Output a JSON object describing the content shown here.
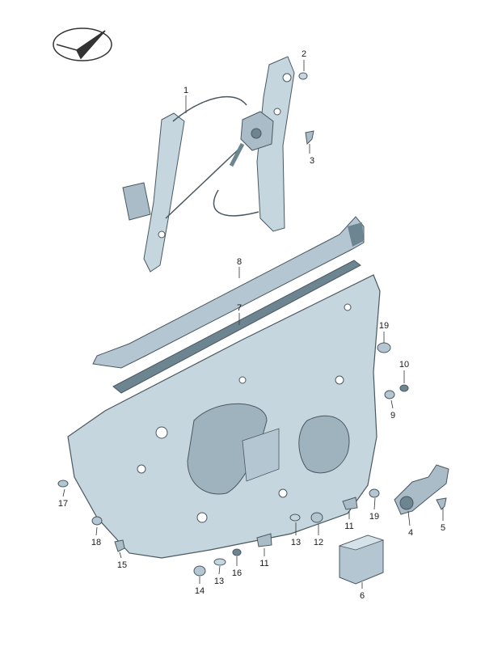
{
  "diagram": {
    "callouts": {
      "c1": "1",
      "c2": "2",
      "c3": "3",
      "c4": "4",
      "c5": "5",
      "c6": "6",
      "c7": "7",
      "c8": "8",
      "c9": "9",
      "c10": "10",
      "c11a": "11",
      "c11b": "11",
      "c12": "12",
      "c13a": "13",
      "c13b": "13",
      "c14": "14",
      "c15": "15",
      "c16": "16",
      "c17": "17",
      "c18": "18",
      "c19a": "19",
      "c19b": "19"
    },
    "colors": {
      "part_fill": "#c6d6df",
      "part_dark": "#6d8491",
      "outline": "#4a5860",
      "leader": "#333333"
    }
  }
}
